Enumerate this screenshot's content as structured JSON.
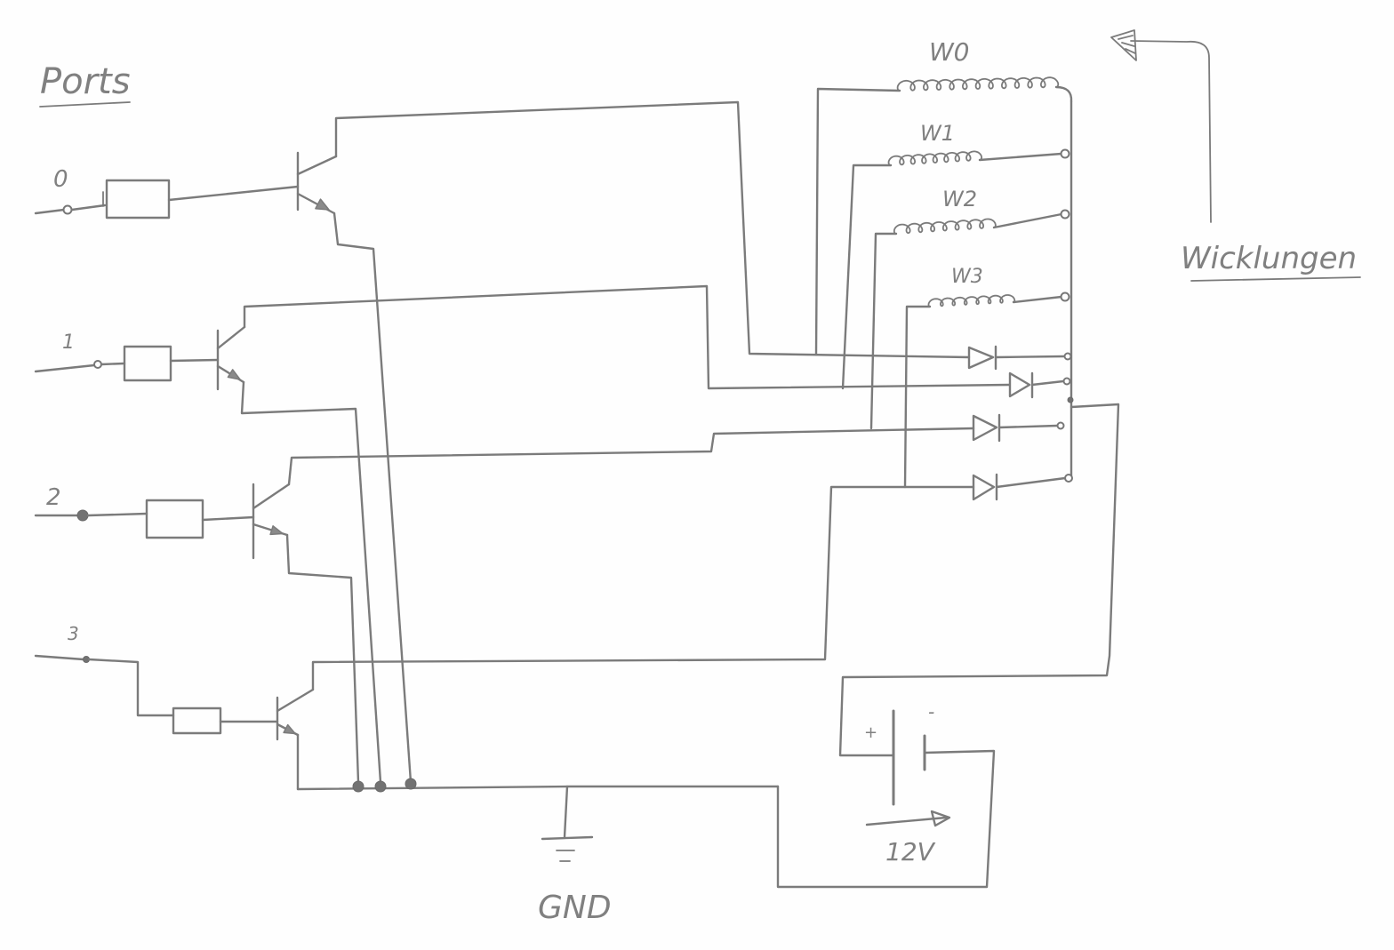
{
  "title": "Ports",
  "ports": [
    "0",
    "1",
    "2",
    "3"
  ],
  "windings": [
    "W0",
    "W1",
    "W2",
    "W3"
  ],
  "windings_label": "Wicklungen",
  "battery": {
    "plus": "+",
    "minus": "-",
    "voltage": "12V"
  },
  "ground_label": "GND",
  "colors": {
    "pencil": "#7b7b7b",
    "paper": "#ffffff"
  }
}
